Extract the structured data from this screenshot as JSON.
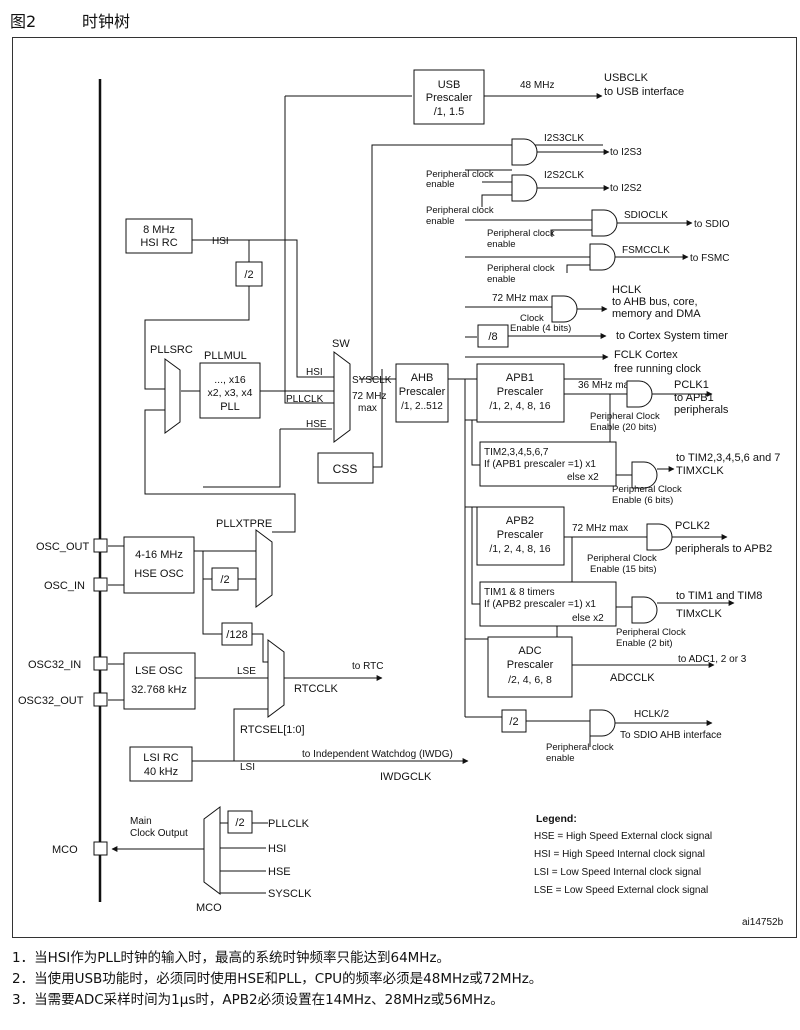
{
  "figure": {
    "number": "图2",
    "title": "时钟树",
    "code": "ai14752b"
  },
  "blocks": {
    "usb": [
      "USB",
      "Prescaler",
      "/1, 1.5"
    ],
    "hsi_rc": [
      "8 MHz",
      "HSI RC"
    ],
    "div2_hsi": "/2",
    "pllsrc": "PLLSRC",
    "pllmul": "PLLMUL",
    "pll": [
      "..., x16",
      "x2, x3, x4",
      "PLL"
    ],
    "sw": "SW",
    "ahb": [
      "AHB",
      "Prescaler",
      "/1, 2..512"
    ],
    "div8": "/8",
    "css": "CSS",
    "apb1": [
      "APB1",
      "Prescaler",
      "/1, 2, 4, 8, 16"
    ],
    "tim_apb1": [
      "TIM2,3,4,5,6,7",
      "If (APB1 prescaler =1) x1",
      "else  x2"
    ],
    "apb2": [
      "APB2",
      "Prescaler",
      "/1, 2, 4, 8, 16"
    ],
    "tim_apb2": [
      "TIM1 & 8 timers",
      "If (APB2 prescaler =1) x1",
      "else x2"
    ],
    "adc": [
      "ADC",
      "Prescaler",
      "/2, 4, 6, 8"
    ],
    "div2_hclk": "/2",
    "pllxtpre": "PLLXTPRE",
    "hse_osc": [
      "4-16 MHz",
      "HSE OSC"
    ],
    "div2_hse": "/2",
    "div128": "/128",
    "lse_osc": [
      "LSE OSC",
      "32.768 kHz"
    ],
    "rtcsel": "RTCSEL[1:0]",
    "lsi_rc": [
      "LSI RC",
      "40 kHz"
    ],
    "mco_div2": "/2"
  },
  "pins": {
    "osc_out": "OSC_OUT",
    "osc_in": "OSC_IN",
    "osc32_in": "OSC32_IN",
    "osc32_out": "OSC32_OUT",
    "mco": "MCO"
  },
  "signals": {
    "f48": "48 MHz",
    "usbclk": [
      "USBCLK",
      "to USB interface"
    ],
    "i2s3clk": "I2S3CLK",
    "to_i2s3": "to I2S3",
    "i2s2clk": "I2S2CLK",
    "to_i2s2": "to I2S2",
    "sdioclk": "SDIOCLK",
    "to_sdio": "to SDIO",
    "fsmcclk": "FSMCCLK",
    "to_fsmc": "to FSMC",
    "pce": [
      "Peripheral clock",
      "enable"
    ],
    "f72max": "72 MHz max",
    "clock_enable": [
      "Clock",
      "Enable (4 bits)"
    ],
    "hclk": [
      "HCLK",
      "to AHB bus, core,",
      "memory and DMA"
    ],
    "cortex_timer": "to Cortex System timer",
    "fclk": [
      "FCLK Cortex",
      "free running clock"
    ],
    "hsi": "HSI",
    "pllclk": "PLLCLK",
    "hse": "HSE",
    "sysclk": "SYSCLK",
    "f72sys": [
      "72 MHz",
      "max"
    ],
    "f36max": "36 MHz max",
    "pclk1": [
      "PCLK1",
      "to APB1",
      "peripherals"
    ],
    "pce20": [
      "Peripheral Clock",
      "Enable (20 bits)"
    ],
    "timxclk1": [
      "to TIM2,3,4,5,6 and 7",
      "TIMXCLK"
    ],
    "pce6": [
      "Peripheral Clock",
      "Enable (6 bits)"
    ],
    "f72max2": "72 MHz max",
    "pclk2": [
      "PCLK2",
      "peripherals to APB2"
    ],
    "pce15": [
      "Peripheral Clock",
      "Enable (15 bits)"
    ],
    "timxclk2": [
      "to TIM1 and TIM8",
      "TIMxCLK"
    ],
    "pce2": [
      "Peripheral Clock",
      "Enable (2 bit)"
    ],
    "to_adc": "to ADC1, 2 or 3",
    "adcclk": "ADCCLK",
    "hclk2": "HCLK/2",
    "to_sdio_ahb": "To SDIO AHB interface",
    "pce_ahb": [
      "Peripheral clock",
      "enable"
    ],
    "lse": "LSE",
    "to_rtc": "to RTC",
    "rtcclk": "RTCCLK",
    "lsi": "LSI",
    "to_iwdg": "to Independent Watchdog (IWDG)",
    "iwdgclk": "IWDGCLK",
    "main_clock_output": [
      "Main",
      "Clock Output"
    ],
    "mco_inputs": [
      "PLLCLK",
      "HSI",
      "HSE",
      "SYSCLK"
    ],
    "mco_mux": "MCO"
  },
  "legend": {
    "title": "Legend:",
    "items": [
      "HSE = High Speed External clock signal",
      "HSI = High Speed Internal clock signal",
      "LSI = Low Speed Internal clock signal",
      "LSE = Low Speed External clock signal"
    ]
  },
  "notes": [
    "1．当HSI作为PLL时钟的输入时，最高的系统时钟频率只能达到64MHz。",
    "2．当使用USB功能时，必须同时使用HSE和PLL，CPU的频率必须是48MHz或72MHz。",
    "3．当需要ADC采样时间为1μs时，APB2必须设置在14MHz、28MHz或56MHz。"
  ]
}
